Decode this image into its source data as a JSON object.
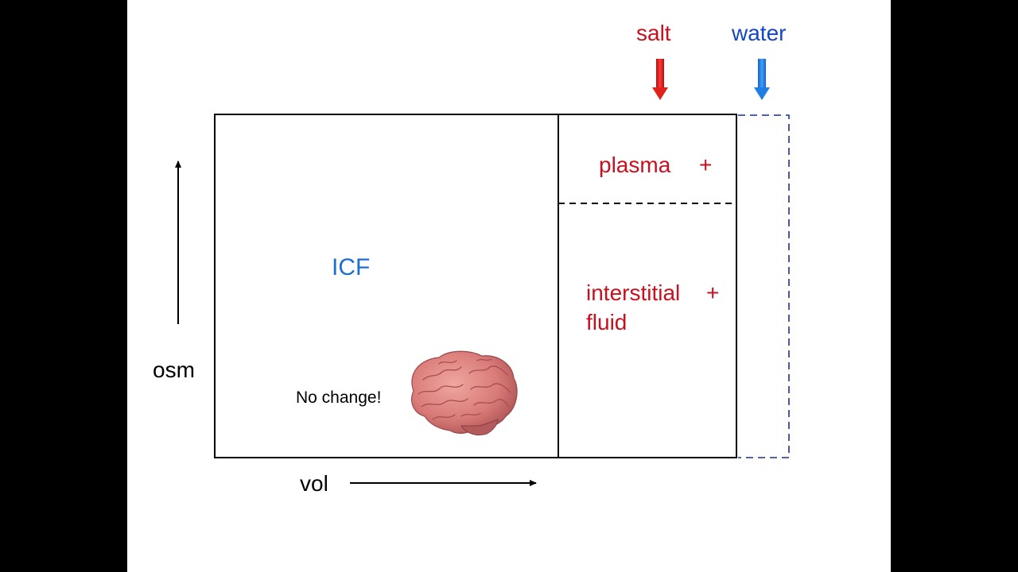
{
  "labels": {
    "salt": "salt",
    "water": "water",
    "plasma": "plasma",
    "plasma_sign": "+",
    "interstitial_line1": "interstitial",
    "interstitial_line2": "fluid",
    "interstitial_sign": "+",
    "icf": "ICF",
    "no_change": "No change!",
    "osm_axis": "osm",
    "vol_axis": "vol"
  },
  "colors": {
    "salt": "#c8101e",
    "water": "#1346c8",
    "icf": "#1a6fd1",
    "ecf_labels": "#c8101e",
    "expansion_outline": "#1a2f8c"
  },
  "icons": {
    "brain": "brain-illustration",
    "salt_arrow": "down-arrow-red",
    "water_arrow": "down-arrow-blue"
  }
}
